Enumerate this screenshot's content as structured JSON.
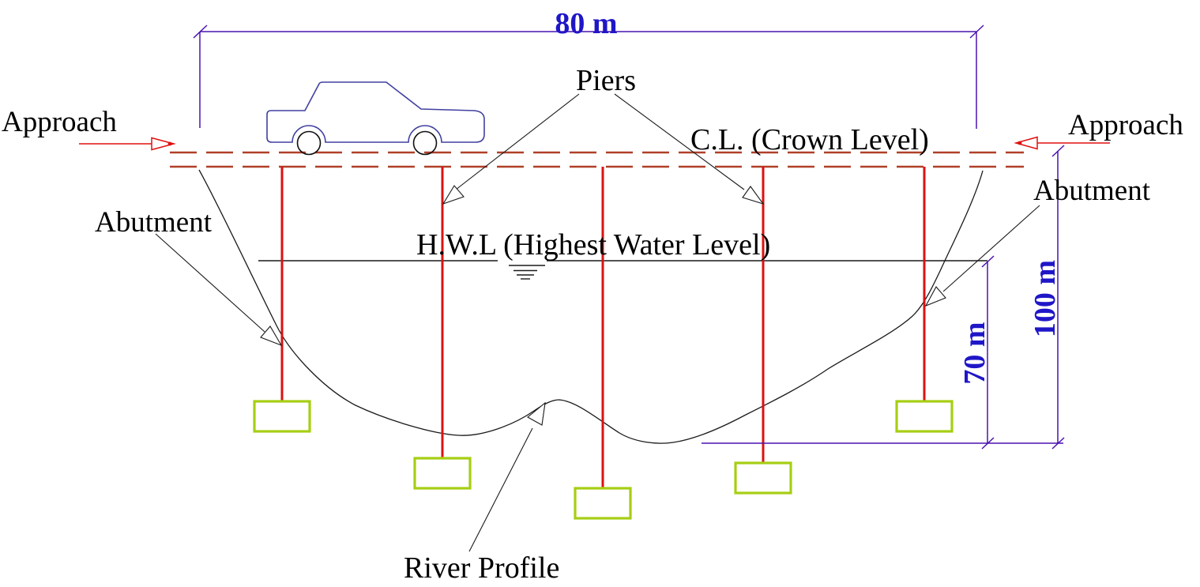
{
  "title": "Bridge elevation diagram",
  "labels": {
    "approach_left": "Approach",
    "approach_right": "Approach",
    "piers": "Piers",
    "crown_level": "C.L. (Crown Level)",
    "highest_water_level": "H.W.L (Highest Water Level)",
    "abutment_left": "Abutment",
    "abutment_right": "Abutment",
    "river_profile": "River Profile"
  },
  "dimensions": {
    "span_label": "80 m",
    "water_depth_label": "70 m",
    "total_height_label": "100 m"
  },
  "structure": {
    "pier_count": 5,
    "footing_count": 5
  },
  "colors": {
    "background": "#ffffff",
    "pier": "#dd1111",
    "footing": "#a6ce13",
    "deck": "#b04028",
    "dimension": "#4a12b0",
    "dim_text": "#1f16c8",
    "label_text": "#000000",
    "leader": "#1a1a1a",
    "river": "#1a1a1a",
    "car": "#4040a0",
    "approach_arrow": "#e01010",
    "white": "#ffffff"
  }
}
